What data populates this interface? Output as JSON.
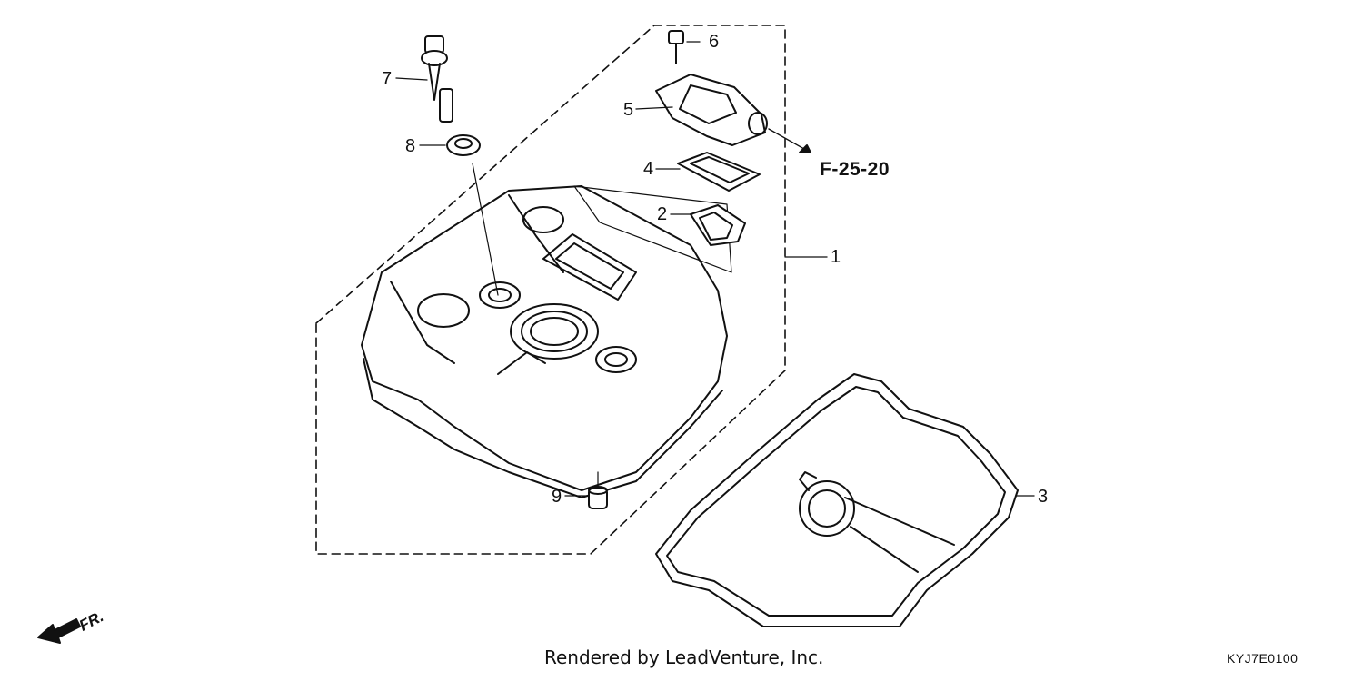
{
  "diagram": {
    "callouts": [
      {
        "id": "1",
        "label": "1"
      },
      {
        "id": "2",
        "label": "2"
      },
      {
        "id": "3",
        "label": "3"
      },
      {
        "id": "4",
        "label": "4"
      },
      {
        "id": "5",
        "label": "5"
      },
      {
        "id": "6",
        "label": "6"
      },
      {
        "id": "7",
        "label": "7"
      },
      {
        "id": "8",
        "label": "8"
      },
      {
        "id": "9",
        "label": "9"
      }
    ],
    "reference": "F-25-20",
    "front_marker": "FR.",
    "credit": "Rendered by LeadVenture, Inc.",
    "diagram_code": "KYJ7E0100"
  }
}
